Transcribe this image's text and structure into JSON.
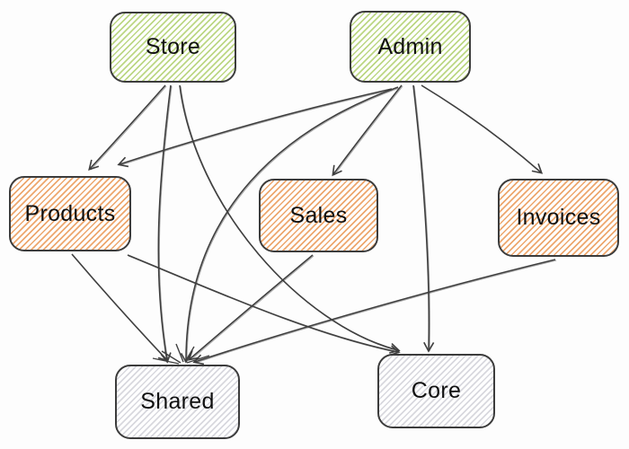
{
  "diagram": {
    "type": "dependency-graph",
    "nodes": [
      {
        "id": "store",
        "label": "Store",
        "group": "green"
      },
      {
        "id": "admin",
        "label": "Admin",
        "group": "green"
      },
      {
        "id": "products",
        "label": "Products",
        "group": "orange"
      },
      {
        "id": "sales",
        "label": "Sales",
        "group": "orange"
      },
      {
        "id": "invoices",
        "label": "Invoices",
        "group": "orange"
      },
      {
        "id": "shared",
        "label": "Shared",
        "group": "gray"
      },
      {
        "id": "core",
        "label": "Core",
        "group": "gray"
      }
    ],
    "edges": [
      {
        "from": "store",
        "to": "products"
      },
      {
        "from": "store",
        "to": "shared"
      },
      {
        "from": "store",
        "to": "core"
      },
      {
        "from": "admin",
        "to": "products"
      },
      {
        "from": "admin",
        "to": "sales"
      },
      {
        "from": "admin",
        "to": "invoices"
      },
      {
        "from": "admin",
        "to": "shared"
      },
      {
        "from": "admin",
        "to": "core"
      },
      {
        "from": "products",
        "to": "shared"
      },
      {
        "from": "products",
        "to": "core"
      },
      {
        "from": "sales",
        "to": "shared"
      },
      {
        "from": "invoices",
        "to": "shared"
      }
    ],
    "colors": {
      "green": "#bcd784",
      "orange": "#eda76e",
      "gray": "#d8d8de",
      "edge": "#3f3f3f",
      "border": "#3c3c3c",
      "text": "#111111",
      "background": "#fdfdfd"
    }
  }
}
